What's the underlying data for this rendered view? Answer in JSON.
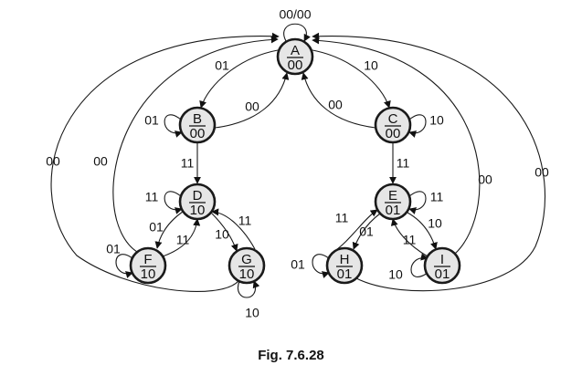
{
  "diagram": {
    "type": "state-diagram",
    "colors": {
      "node_fill": "#e6e6e6",
      "stroke": "#1a1a1a"
    },
    "states": [
      {
        "id": "A",
        "name": "A",
        "output": "00"
      },
      {
        "id": "B",
        "name": "B",
        "output": "00"
      },
      {
        "id": "C",
        "name": "C",
        "output": "00"
      },
      {
        "id": "D",
        "name": "D",
        "output": "10"
      },
      {
        "id": "E",
        "name": "E",
        "output": "01"
      },
      {
        "id": "F",
        "name": "F",
        "output": "10"
      },
      {
        "id": "G",
        "name": "G",
        "output": "10"
      },
      {
        "id": "H",
        "name": "H",
        "output": "01"
      },
      {
        "id": "I",
        "name": "I",
        "output": "01"
      }
    ],
    "transitions": [
      {
        "from": "A",
        "to": "A",
        "label": "00/00"
      },
      {
        "from": "A",
        "to": "B",
        "label": "01"
      },
      {
        "from": "B",
        "to": "A",
        "label": "00"
      },
      {
        "from": "A",
        "to": "C",
        "label": "10"
      },
      {
        "from": "C",
        "to": "A",
        "label": "00"
      },
      {
        "from": "B",
        "to": "B",
        "label": "01"
      },
      {
        "from": "C",
        "to": "C",
        "label": "10"
      },
      {
        "from": "B",
        "to": "D",
        "label": "11"
      },
      {
        "from": "C",
        "to": "E",
        "label": "11"
      },
      {
        "from": "D",
        "to": "D",
        "label": "11"
      },
      {
        "from": "E",
        "to": "E",
        "label": "11"
      },
      {
        "from": "D",
        "to": "F",
        "label": "01"
      },
      {
        "from": "F",
        "to": "D",
        "label": "11"
      },
      {
        "from": "D",
        "to": "G",
        "label": "10"
      },
      {
        "from": "G",
        "to": "D",
        "label": "11"
      },
      {
        "from": "E",
        "to": "H",
        "label": "01"
      },
      {
        "from": "H",
        "to": "E",
        "label": "11"
      },
      {
        "from": "E",
        "to": "I",
        "label": "10"
      },
      {
        "from": "I",
        "to": "E",
        "label": "11"
      },
      {
        "from": "F",
        "to": "F",
        "label": "01"
      },
      {
        "from": "G",
        "to": "G",
        "label": "10"
      },
      {
        "from": "H",
        "to": "H",
        "label": "01"
      },
      {
        "from": "I",
        "to": "I",
        "label": "10"
      },
      {
        "from": "F",
        "to": "A",
        "label": "00"
      },
      {
        "from": "G",
        "to": "A",
        "label": "00"
      },
      {
        "from": "H",
        "to": "A",
        "label": "00"
      },
      {
        "from": "I",
        "to": "A",
        "label": "00"
      }
    ]
  },
  "caption": "Fig. 7.6.28"
}
